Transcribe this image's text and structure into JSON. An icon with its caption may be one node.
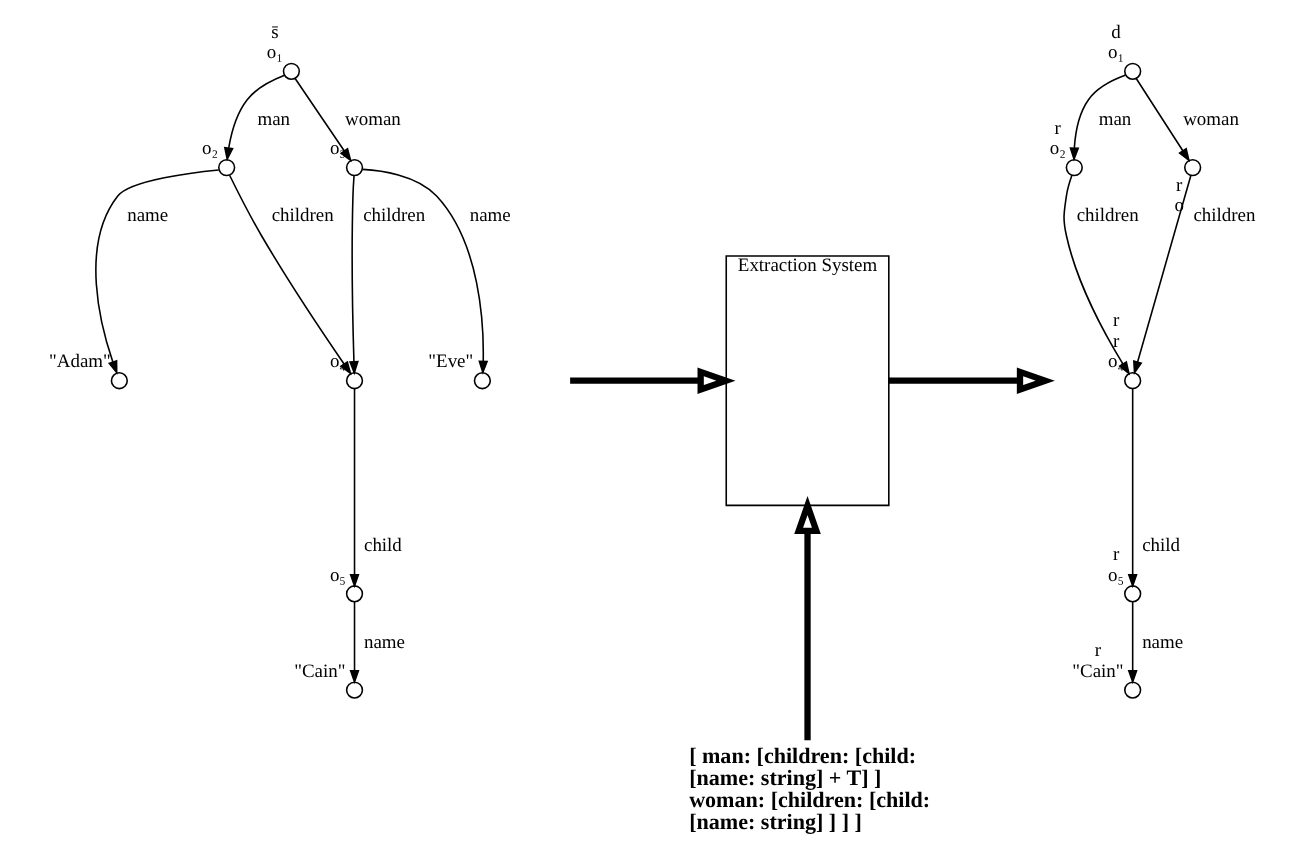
{
  "diagram": {
    "nodes": [
      {
        "text": [],
        "shape": "circle",
        "beside": [
          "s̄",
          "o₁"
        ]
      },
      {
        "text": [],
        "shape": "circle",
        "beside": [
          "o₂"
        ]
      },
      {
        "text": [],
        "shape": "circle",
        "beside": [
          "o₃"
        ]
      },
      {
        "text": [],
        "shape": "circle",
        "beside": [
          "\"Adam\""
        ]
      },
      {
        "text": [],
        "shape": "circle",
        "beside": [
          "o₄"
        ]
      },
      {
        "text": [],
        "shape": "circle",
        "beside": [
          "\"Eve\""
        ]
      },
      {
        "text": [],
        "shape": "circle",
        "beside": [
          "o₅"
        ]
      },
      {
        "text": [],
        "shape": "circle",
        "beside": [
          "\"Cain\""
        ]
      },
      {
        "text": [
          "[ man: [children: [child: [name: string] + T] ] woman: [children: [child: [name: string] ] ] ]"
        ]
      },
      {
        "text": [
          "Extraction System"
        ]
      },
      {
        "text": [],
        "shape": "circle",
        "beside": [
          "d",
          "o₁"
        ]
      },
      {
        "text": [],
        "shape": "circle",
        "beside": [
          "r",
          "o₂"
        ]
      },
      {
        "text": [],
        "shape": "circle",
        "beside": [
          "r",
          "o"
        ]
      },
      {
        "text": [],
        "shape": "circle",
        "beside": [
          "r",
          "r",
          "o₄"
        ]
      },
      {
        "text": [],
        "shape": "circle",
        "beside": [
          "r",
          "o₅"
        ]
      },
      {
        "text": [],
        "shape": "circle",
        "beside": [
          "r",
          "\"Cain\""
        ]
      }
    ],
    "edges": [
      {
        "from": 0,
        "to": 1,
        "arrow": "to",
        "label": "man"
      },
      {
        "from": 0,
        "to": 2,
        "arrow": "to",
        "label": "woman"
      },
      {
        "from": 1,
        "to": 3,
        "arrow": "to",
        "label": "name"
      },
      {
        "from": 1,
        "to": 4,
        "arrow": "to",
        "label": "children"
      },
      {
        "from": 2,
        "to": 4,
        "arrow": "to",
        "label": "children"
      },
      {
        "from": 2,
        "to": 5,
        "arrow": "to",
        "label": "name"
      },
      {
        "from": 4,
        "to": 6,
        "arrow": "to",
        "label": "child"
      },
      {
        "from": 6,
        "to": 7,
        "arrow": "to",
        "label": "name"
      },
      {
        "from": 9,
        "to": null,
        "arrow": "to",
        "style": "thick"
      },
      {
        "from": 8,
        "to": 9,
        "arrow": "to",
        "style": "thick"
      },
      {
        "from": null,
        "to": 9,
        "arrow": "to",
        "style": "thick"
      },
      {
        "from": 10,
        "to": 11,
        "arrow": "to",
        "label": "man"
      },
      {
        "from": 10,
        "to": 12,
        "arrow": "to",
        "label": "woman"
      },
      {
        "from": 11,
        "to": 13,
        "arrow": "to",
        "label": "children"
      },
      {
        "from": 12,
        "to": 13,
        "arrow": "to",
        "label": "children"
      },
      {
        "from": 13,
        "to": 14,
        "arrow": "to",
        "label": "child"
      },
      {
        "from": 14,
        "to": 15,
        "arrow": "to",
        "label": "name"
      }
    ]
  }
}
